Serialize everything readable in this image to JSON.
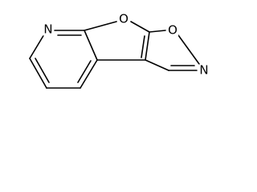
{
  "molecule": {
    "atoms": [
      {
        "id": "n_pyridine",
        "symbol": "N"
      },
      {
        "id": "o_furan",
        "symbol": "O"
      },
      {
        "id": "o_isoxazole",
        "symbol": "O"
      },
      {
        "id": "n_isoxazole",
        "symbol": "N"
      }
    ],
    "bond_color": "#000000",
    "background": "#ffffff"
  }
}
